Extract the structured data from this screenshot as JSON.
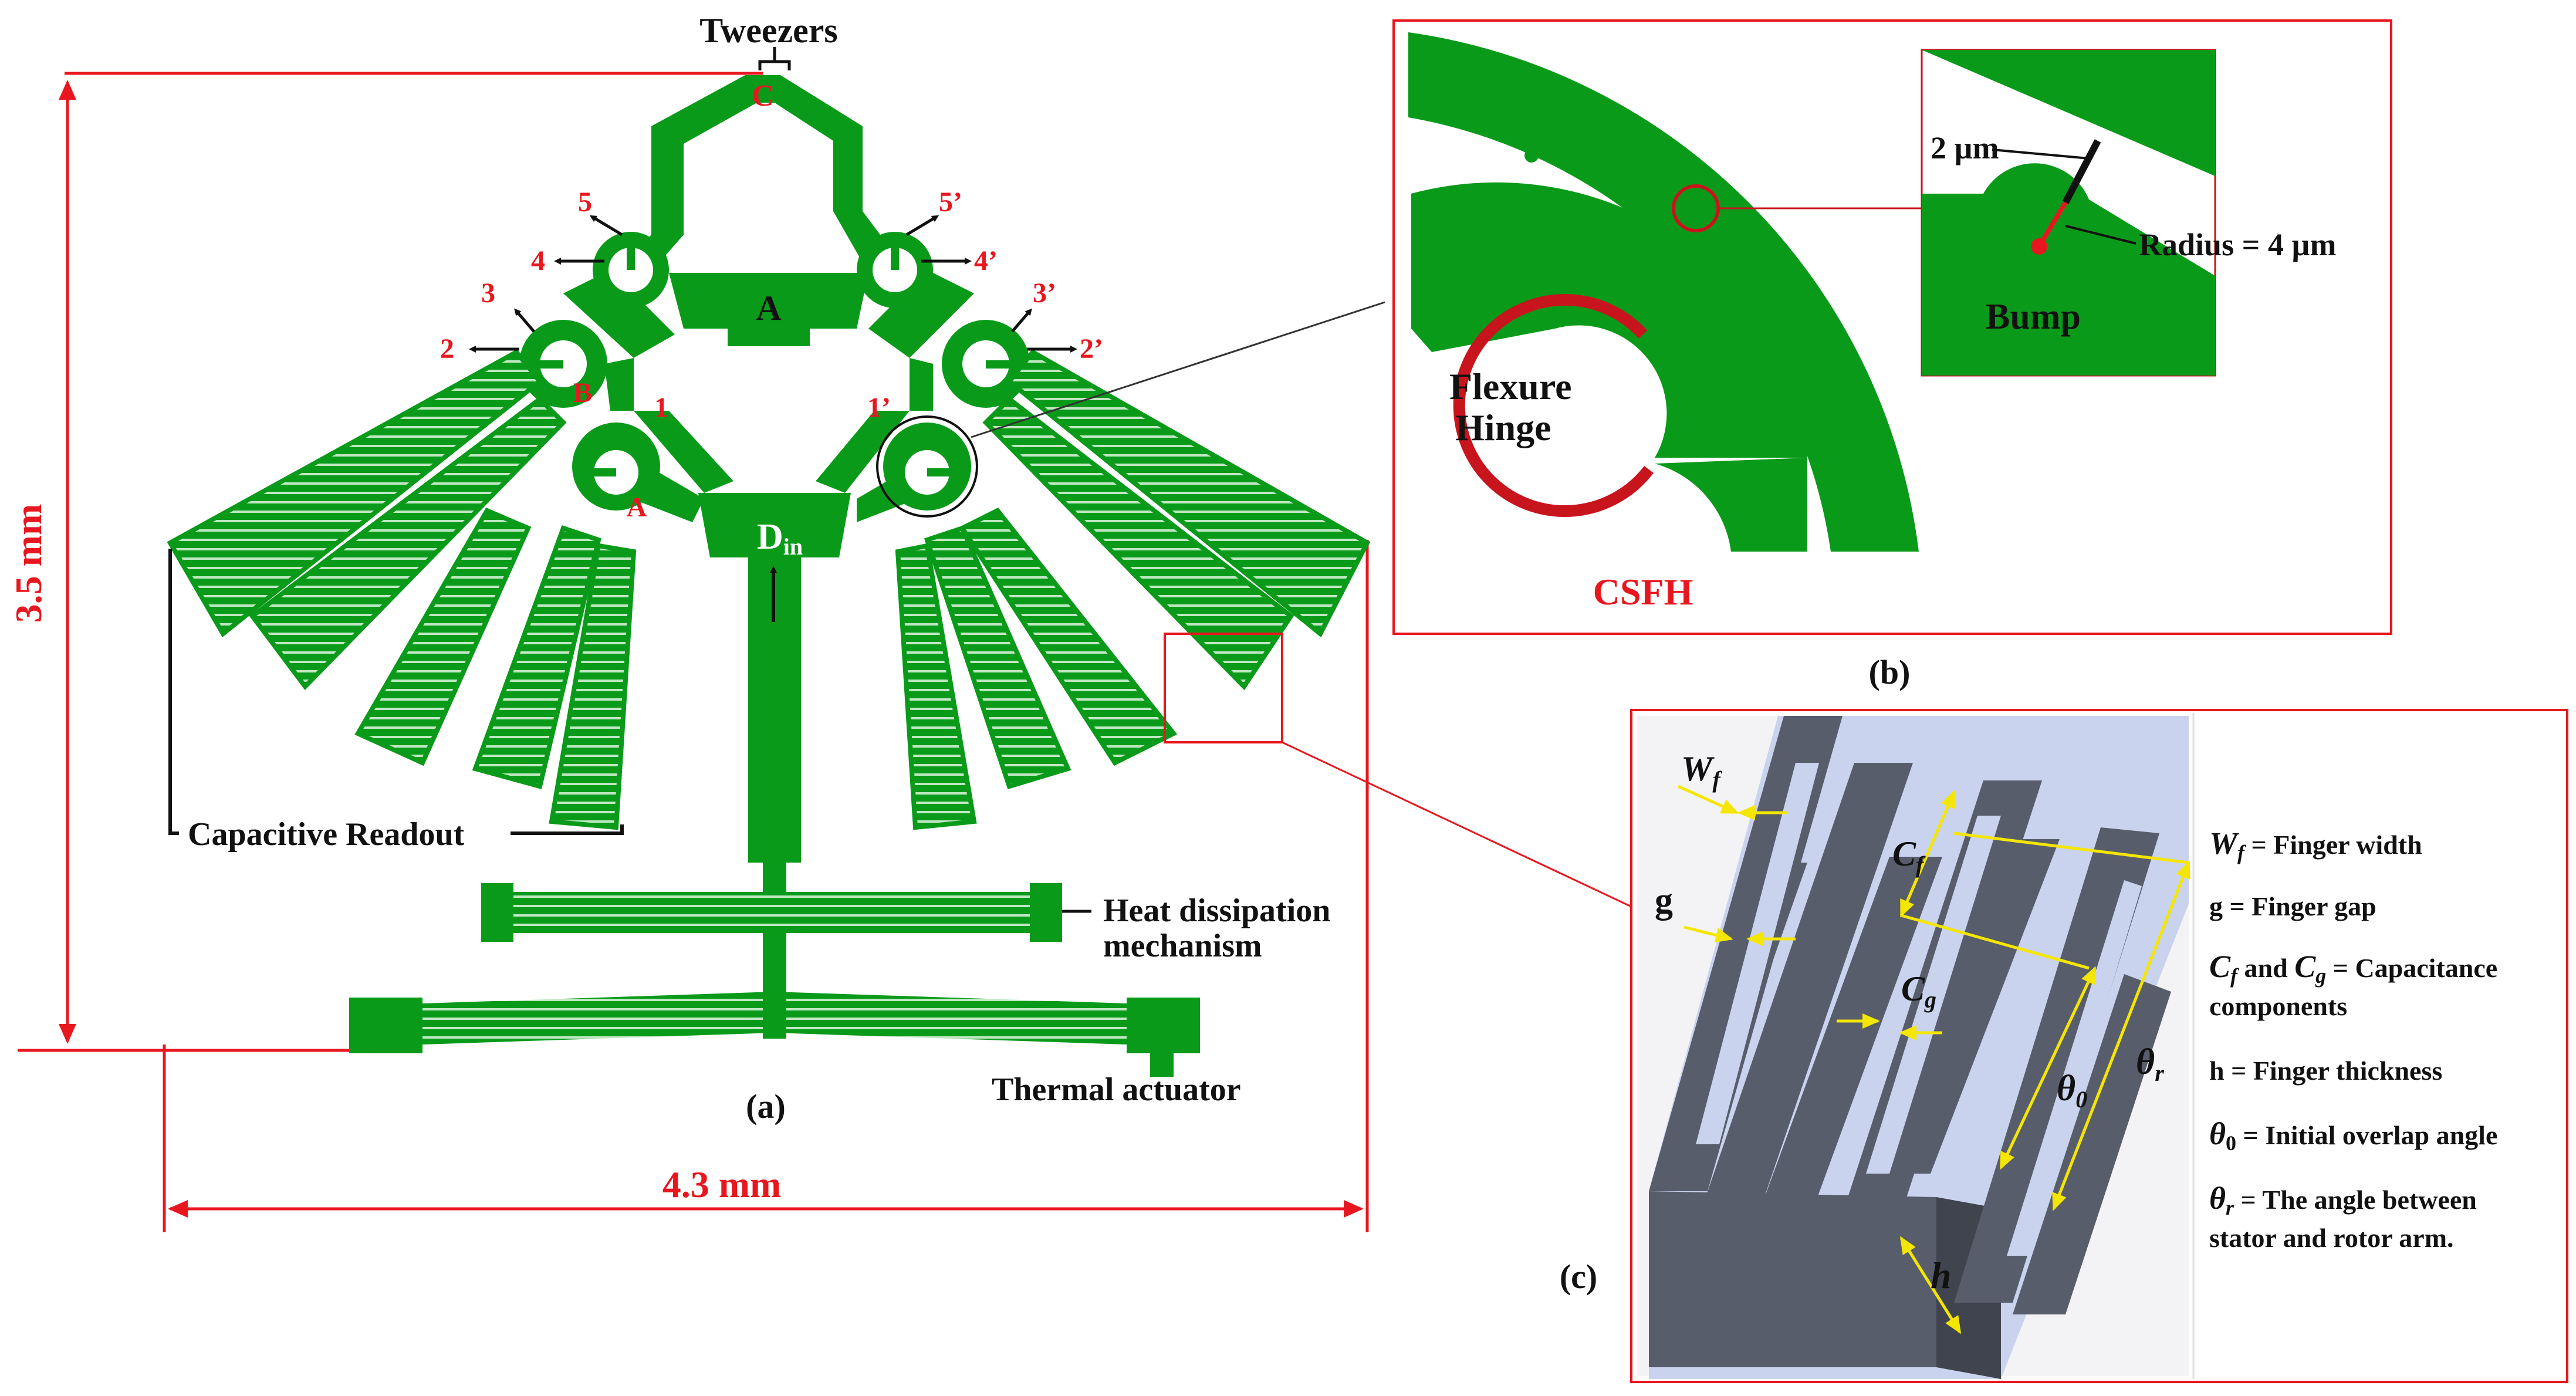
{
  "colors": {
    "device_green": "#0a9a1a",
    "accent_red": "#e8171f",
    "hinge_red": "#c8141c",
    "box_gray": "#575d6a",
    "box_light": "#c9d3ee",
    "guide_yellow": "#f5e600",
    "text_black": "#111111"
  },
  "panel_a": {
    "caption": "(a)",
    "title_tweezers": "Tweezers",
    "dim_height": "3.5 mm",
    "dim_width": "4.3 mm",
    "label_C": "C",
    "label_A_top": "A",
    "label_A_bottom": "A",
    "label_B": "B",
    "label_Din_main": "D",
    "label_Din_sub": "in",
    "joints_left": [
      "1",
      "2",
      "3",
      "4",
      "5"
    ],
    "joints_right": [
      "1’",
      "2’",
      "3’",
      "4’",
      "5’"
    ],
    "capacitive_readout": "Capacitive Readout",
    "heat_dissipation_line1": "Heat dissipation",
    "heat_dissipation_line2": "mechanism",
    "thermal_actuator": "Thermal actuator"
  },
  "panel_b": {
    "caption": "(b)",
    "flexure_line1": "Flexure",
    "flexure_line2": "Hinge",
    "csfh": "CSFH",
    "gap": "2 µm",
    "radius": "Radius = 4 µm",
    "bump": "Bump"
  },
  "panel_c": {
    "caption": "(c)",
    "figure_labels": {
      "wf": "W",
      "wf_sub": "f",
      "g": "g",
      "cf": "C",
      "cf_sub": "f",
      "cg": "C",
      "cg_sub": "g",
      "theta0": "θ",
      "theta0_sub": "0",
      "thetar": "θ",
      "thetar_sub": "r",
      "h": "h"
    },
    "legend": [
      "W_f = Finger width",
      "g = Finger gap",
      "C_f and C_g = Capacitance components",
      "h = Finger thickness",
      "θ_0 = Initial overlap angle",
      "θ_r = The angle between stator and rotor arm."
    ],
    "legend_display": {
      "l1_sym": "W",
      "l1_sub": "f",
      "l1_text": " = Finger width",
      "l2_text": "g = Finger gap",
      "l3_sym1": "C",
      "l3_sub1": "f",
      "l3_mid": " and ",
      "l3_sym2": "C",
      "l3_sub2": "g",
      "l3_text": " = Capacitance",
      "l3_cont": "components",
      "l4_text": "h = Finger thickness",
      "l5_sym": "θ",
      "l5_sub": "0",
      "l5_text": " = Initial overlap angle",
      "l6_sym": "θ",
      "l6_sub": "r",
      "l6_text": " = The angle between",
      "l6_cont": "stator and rotor arm."
    }
  }
}
